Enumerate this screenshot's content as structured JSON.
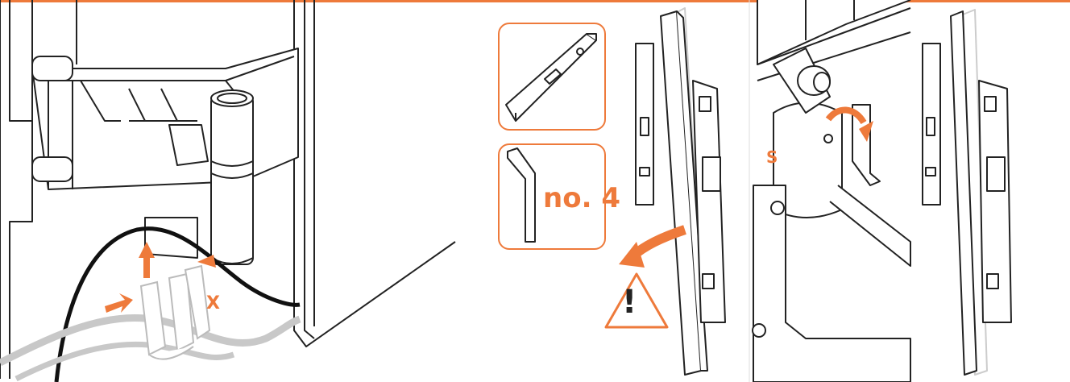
{
  "labels": {
    "x": "X",
    "s": "S",
    "hex_key_size": "no. 4",
    "warning": "!"
  },
  "icons": [
    "spirit-level-icon",
    "hex-key-icon",
    "warning-triangle-icon",
    "arrow-icon"
  ],
  "colors": {
    "accent": "#ee7a3b",
    "line": "#222222",
    "cable_gray": "#c8c8c8",
    "fill": "#ffffff"
  }
}
